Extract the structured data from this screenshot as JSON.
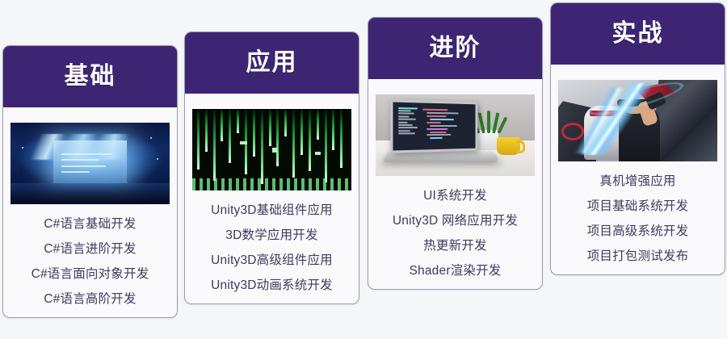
{
  "page": {
    "background_color": "#f5f6f8",
    "accent_color": "#3e2574",
    "text_color": "#3e3b5c",
    "border_color": "#9c9bb0"
  },
  "cards": [
    {
      "title": "基础",
      "thumbnail_name": "cyberpunk-room-image",
      "items": [
        "C#语言基础开发",
        "C#语言进阶开发",
        "C#语言面向对象开发",
        "C#语言高阶开发"
      ]
    },
    {
      "title": "应用",
      "thumbnail_name": "matrix-code-rain-image",
      "items": [
        "Unity3D基础组件应用",
        "3D数学应用开发",
        "Unity3D高级组件应用",
        "Unity3D动画系统开发"
      ]
    },
    {
      "title": "进阶",
      "thumbnail_name": "laptop-coding-desk-image",
      "items": [
        "UI系统开发",
        "Unity3D 网络应用开发",
        "热更新开发",
        "Shader渲染开发"
      ]
    },
    {
      "title": "实战",
      "thumbnail_name": "vr-gaming-image",
      "items": [
        "真机增强应用",
        "项目基础系统开发",
        "项目高级系统开发",
        "项目打包测试发布"
      ]
    }
  ]
}
